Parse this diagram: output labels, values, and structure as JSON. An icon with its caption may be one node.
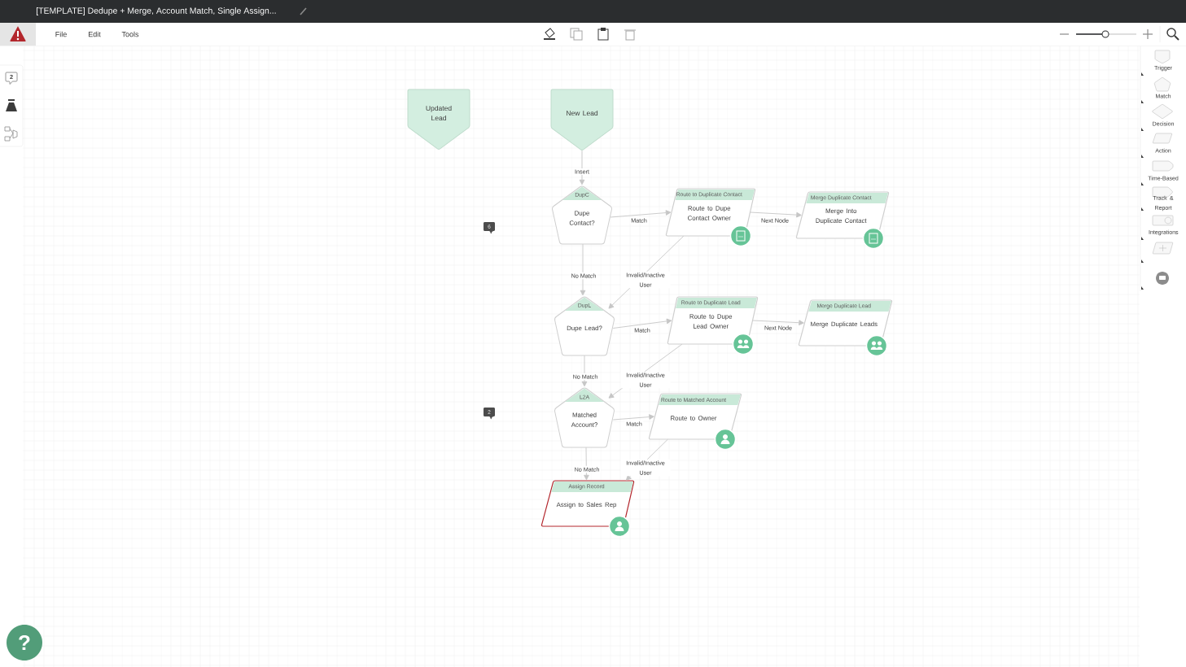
{
  "diagram": {
    "title": "[TEMPLATE] Dedupe + Merge, Account Match, Single Assign...",
    "nodes": [
      {
        "text": [
          "Updated Lead"
        ]
      },
      {
        "text": [
          "New Lead"
        ]
      },
      {
        "text": [
          "DupC",
          "Dupe Contact?"
        ]
      },
      {
        "text": [
          "Route to Duplicate Contact",
          "Route to Dupe Contact Owner"
        ]
      },
      {
        "text": [
          "Merge Duplicate Contact",
          "Merge Into Duplicate Contact"
        ]
      },
      {
        "text": [
          "DupL",
          "Dupe Lead?"
        ]
      },
      {
        "text": [
          "Route to Duplicate Lead",
          "Route to Dupe Lead Owner"
        ]
      },
      {
        "text": [
          "Merge Duplicate Lead",
          "Merge Duplicate Leads"
        ]
      },
      {
        "text": [
          "L2A",
          "Matched Account?"
        ]
      },
      {
        "text": [
          "Route to Matched Account",
          "Route to Owner"
        ]
      },
      {
        "text": [
          "Assign Record",
          "Assign to Sales Rep"
        ]
      }
    ],
    "edges": [
      {
        "from": 1,
        "to": 2,
        "arrow": "to",
        "label": "Insert"
      },
      {
        "from": 2,
        "to": 3,
        "arrow": "to",
        "label": "Match"
      },
      {
        "from": 3,
        "to": 4,
        "arrow": "to",
        "label": "Next Node"
      },
      {
        "from": 2,
        "to": 5,
        "arrow": "to",
        "label": "No Match"
      },
      {
        "from": 3,
        "to": 5,
        "arrow": "to",
        "label": "Invalid/Inactive User"
      },
      {
        "from": 5,
        "to": 6,
        "arrow": "to",
        "label": "Match"
      },
      {
        "from": 6,
        "to": 7,
        "arrow": "to",
        "label": "Next Node"
      },
      {
        "from": 5,
        "to": 8,
        "arrow": "to",
        "label": "No Match"
      },
      {
        "from": 6,
        "to": 8,
        "arrow": "to",
        "label": "Invalid/Inactive User"
      },
      {
        "from": 8,
        "to": 9,
        "arrow": "to",
        "label": "Match"
      },
      {
        "from": 8,
        "to": 10,
        "arrow": "to",
        "label": "No Match"
      },
      {
        "from": 9,
        "to": 10,
        "arrow": "to",
        "label": "Invalid/Inactive User"
      }
    ],
    "labels": [
      "File",
      "Edit",
      "Tools",
      "2",
      "Trigger",
      "Match",
      "Decision",
      "Action",
      "Time-Based",
      "Track & Report",
      "Integrations",
      "6",
      "2",
      "?"
    ]
  }
}
